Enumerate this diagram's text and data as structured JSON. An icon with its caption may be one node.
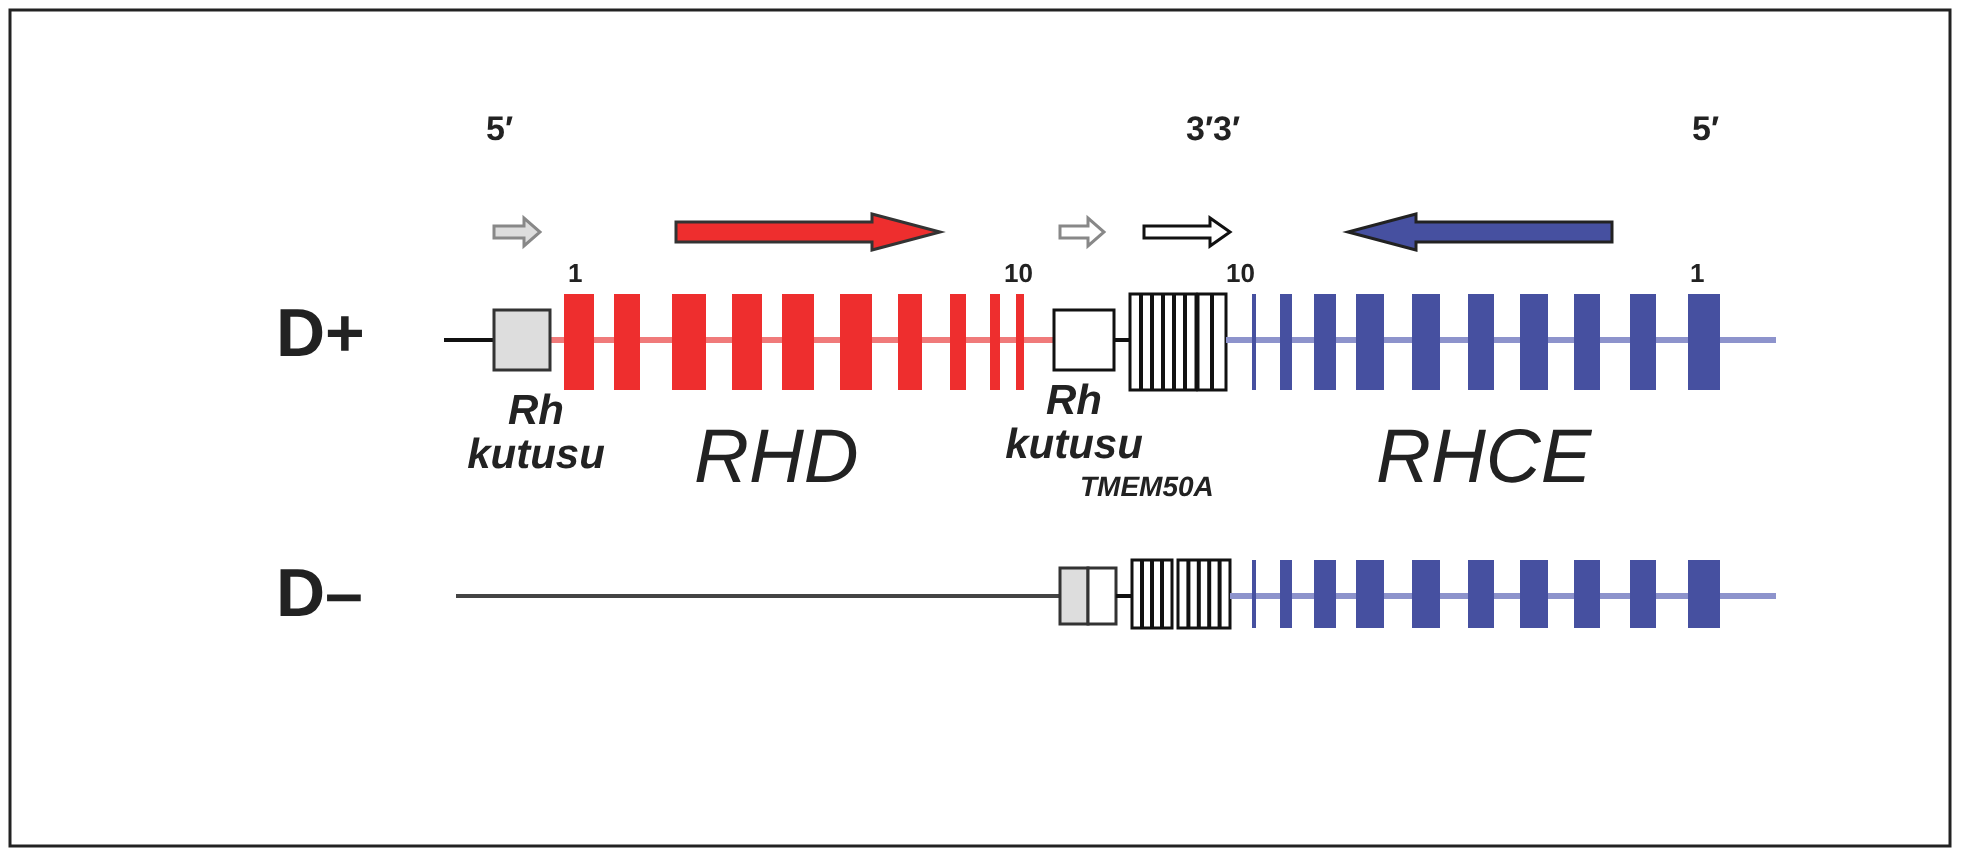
{
  "diagram": {
    "labels": [
      "5′",
      "3′3′",
      "5′",
      "1",
      "10",
      "10",
      "1",
      "D+",
      "Rh kutusu",
      "RHD",
      "Rh kutusu",
      "RHCE",
      "TMEM50A",
      "D–"
    ]
  }
}
